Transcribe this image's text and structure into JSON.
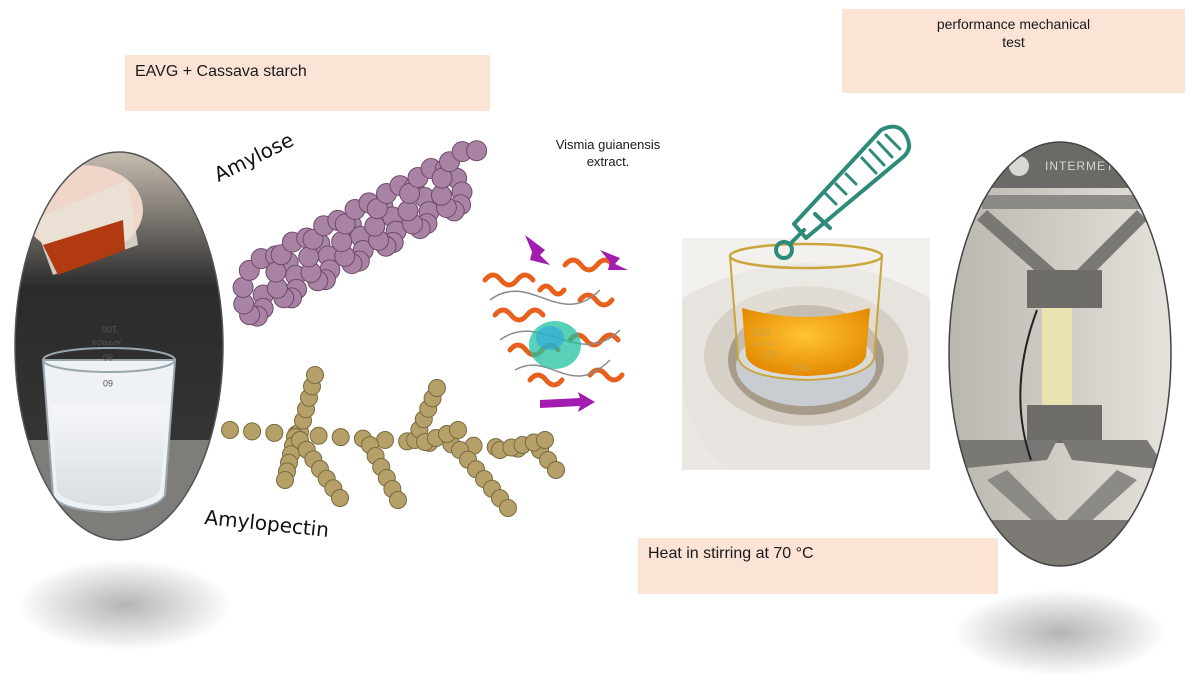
{
  "labels": {
    "eavg_box": "EAVG + Cassava starch",
    "performance_box_line1": "performance mechanical",
    "performance_box_line2": "test",
    "heat_box": "Heat in stirring at 70 °C",
    "amylose": "Amylose",
    "amylopectin": "Amylopectin",
    "vismia_line1": "Vismia guianensis",
    "vismia_line2": "extract.",
    "beaker_marks": [
      "100",
      "APPROX",
      "80",
      "60"
    ],
    "heated_beaker_marks": [
      "150",
      "APPROX",
      "125",
      "100"
    ],
    "machine_brand": "INTERMETRIC"
  },
  "colors": {
    "label_box": "#fbe3d6",
    "amylose_bead": "#a983a3",
    "amylopectin_bead": "#b5a06a",
    "thermometer": "#2e8b7a",
    "protein_helix": "#e8601c",
    "protein_sheet": "#a21caf",
    "ligand": "#22c1a0",
    "extract_liquid": "#f2a20c"
  },
  "icons": [
    "thermometer-icon"
  ]
}
